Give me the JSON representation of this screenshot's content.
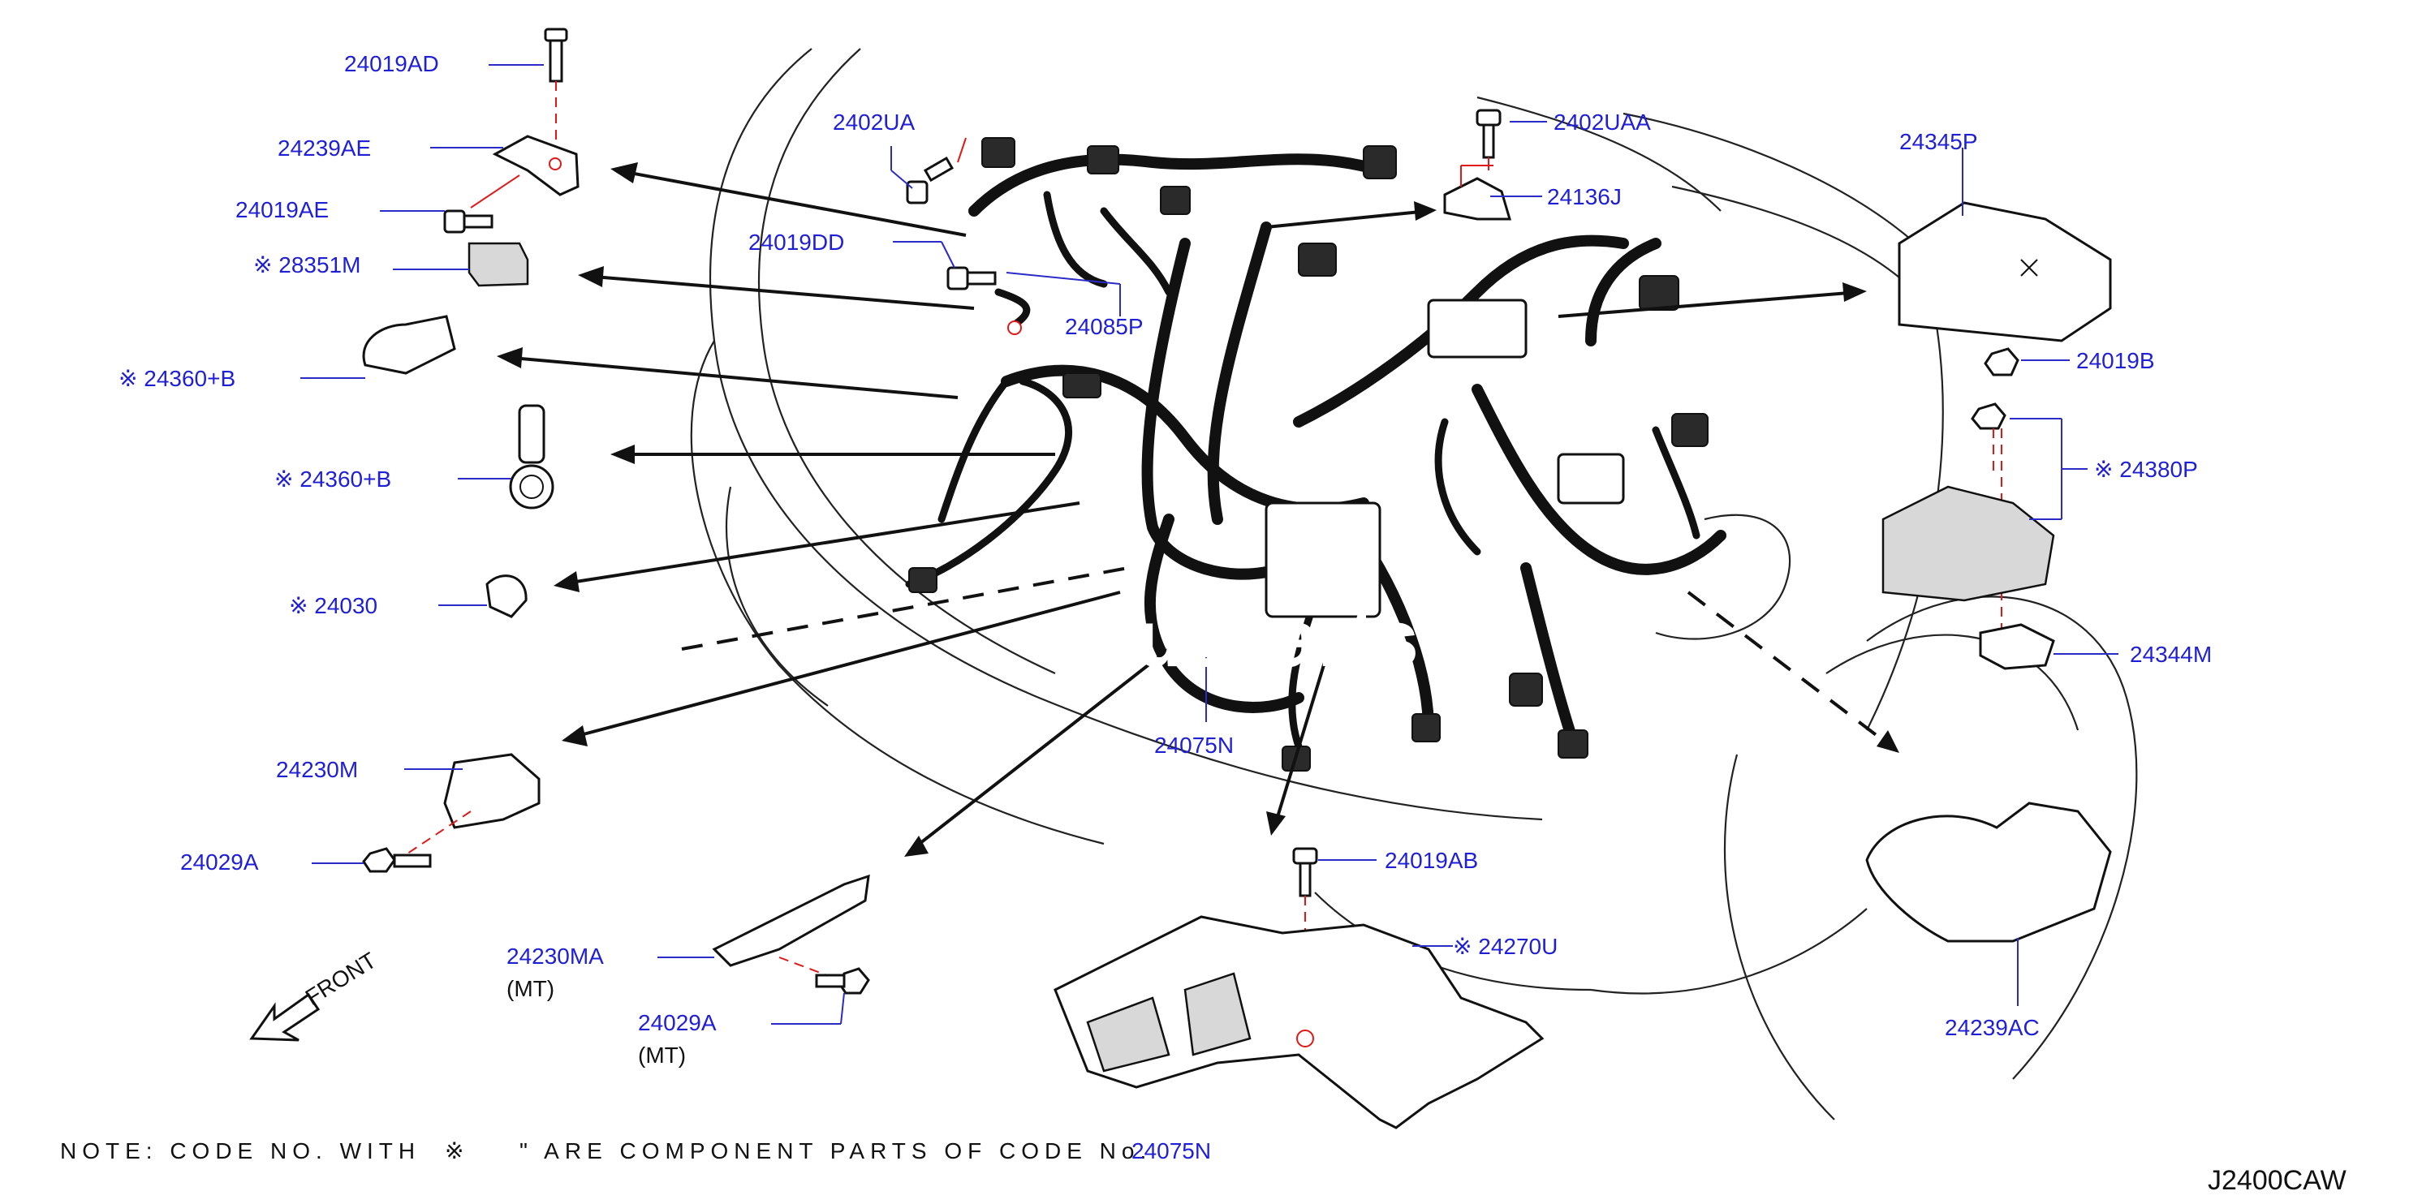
{
  "diagram_code": "J2400CAW",
  "note": {
    "prefix": "NOTE:  CODE  NO.  WITH",
    "symbol": "※",
    "suffix": "\"  ARE  COMPONENT  PARTS  OF  CODE  No.",
    "ref_code": "24075N"
  },
  "front_label": "FRONT",
  "watermark": "usparts",
  "labels": {
    "p24019AD": "24019AD",
    "p24239AE": "24239AE",
    "p24019AE": "24019AE",
    "p28351M": "※ 28351M",
    "p24360B_1": "※ 24360+B",
    "p24360B_2": "※ 24360+B",
    "p24030": "※ 24030",
    "p24230M": "24230M",
    "p24029A": "24029A",
    "p24230MA": "24230MA",
    "p24230MA_sub": "(MT)",
    "p24029A_2": "24029A",
    "p24029A_2_sub": "(MT)",
    "p2402UA": "2402UA",
    "p24019DD": "24019DD",
    "p24085P": "24085P",
    "p2402UAA": "2402UAA",
    "p24136J": "24136J",
    "p24345P": "24345P",
    "p24019B": "24019B",
    "p24380P": "※ 24380P",
    "p24344M": "24344M",
    "p24075N": "24075N",
    "p24019AB": "24019AB",
    "p24270U": "※ 24270U",
    "p24239AC": "24239AC"
  },
  "colors": {
    "label_blue": "#1f1fd6",
    "fastener_red": "#e01818",
    "line_black": "#111111"
  }
}
